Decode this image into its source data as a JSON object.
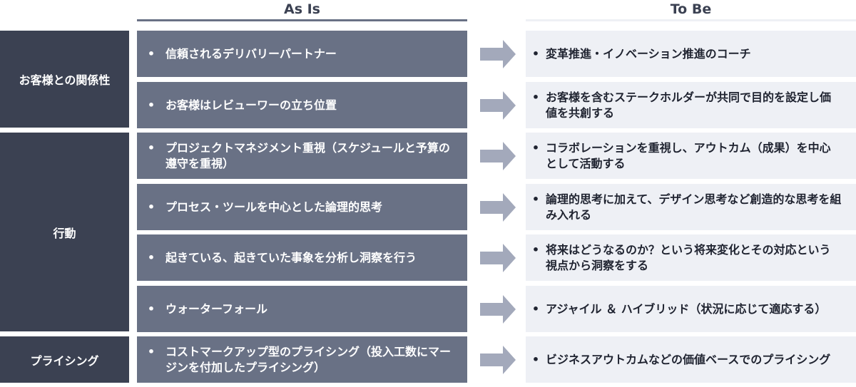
{
  "headers": {
    "as_is": "As Is",
    "to_be": "To Be"
  },
  "colors": {
    "category_bg": "#3b4152",
    "as_is_bg": "#697185",
    "to_be_bg": "#eef0f5",
    "arrow": "#a3a9bb"
  },
  "bullet": "•",
  "categories": [
    {
      "label": "お客様との関係性"
    },
    {
      "label": "行動"
    },
    {
      "label": "プライシング"
    }
  ],
  "rows": [
    {
      "as_is": "信頼されるデリバリーパートナー",
      "to_be": "変革推進・イノベーション推進のコーチ"
    },
    {
      "as_is": "お客様はレビューワーの立ち位置",
      "to_be": "お客様を含むステークホルダーが共同で目的を設定し価値を共創する"
    },
    {
      "as_is": "プロジェクトマネジメント重視（スケジュールと予算の遵守を重視）",
      "to_be": "コラボレーションを重視し、アウトカム（成果）を中心として活動する"
    },
    {
      "as_is": "プロセス・ツールを中心とした論理的思考",
      "to_be": "論理的思考に加えて、デザイン思考など創造的な思考を組み入れる"
    },
    {
      "as_is": "起きている、起きていた事象を分析し洞察を行う",
      "to_be": "将来はどうなるのか？という将来変化とその対応という視点から洞察をする"
    },
    {
      "as_is": "ウォーターフォール",
      "to_be": "アジャイル ＆ ハイブリッド（状況に応じて適応する）"
    },
    {
      "as_is": "コストマークアップ型のプライシング（投入工数にマージンを付加したプライシング）",
      "to_be": "ビジネスアウトカムなどの価値ベースでのプライシング"
    }
  ]
}
